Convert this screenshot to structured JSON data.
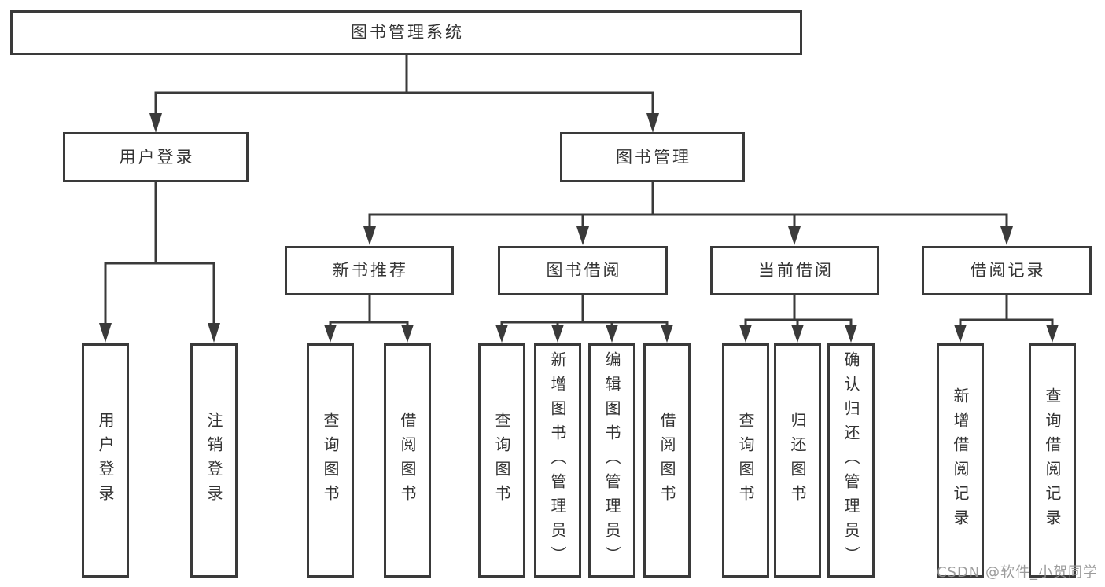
{
  "diagram": {
    "root": {
      "label": "图书管理系统"
    },
    "level2": [
      {
        "label": "用户登录"
      },
      {
        "label": "图书管理"
      }
    ],
    "level3": [
      {
        "label": "新书推荐"
      },
      {
        "label": "图书借阅"
      },
      {
        "label": "当前借阅"
      },
      {
        "label": "借阅记录"
      }
    ],
    "leaves": {
      "user_login": [
        "用户登录",
        "注销登录"
      ],
      "new_books": [
        "查询图书",
        "借阅图书"
      ],
      "book_borrowing": [
        "查询图书",
        "新增图书（管理员）",
        "编辑图书（管理员）",
        "借阅图书"
      ],
      "current_borrowing": [
        "查询图书",
        "归还图书",
        "确认归还（管理员）"
      ],
      "borrow_records": [
        "新增借阅记录",
        "查询借阅记录"
      ]
    },
    "colors": {
      "line": "#3a3a3a",
      "border": "#3a3a3a",
      "text": "#333333",
      "background": "#ffffff",
      "watermark": "#949494"
    }
  },
  "watermark": {
    "text": "CSDN @软件_小贺同学"
  }
}
